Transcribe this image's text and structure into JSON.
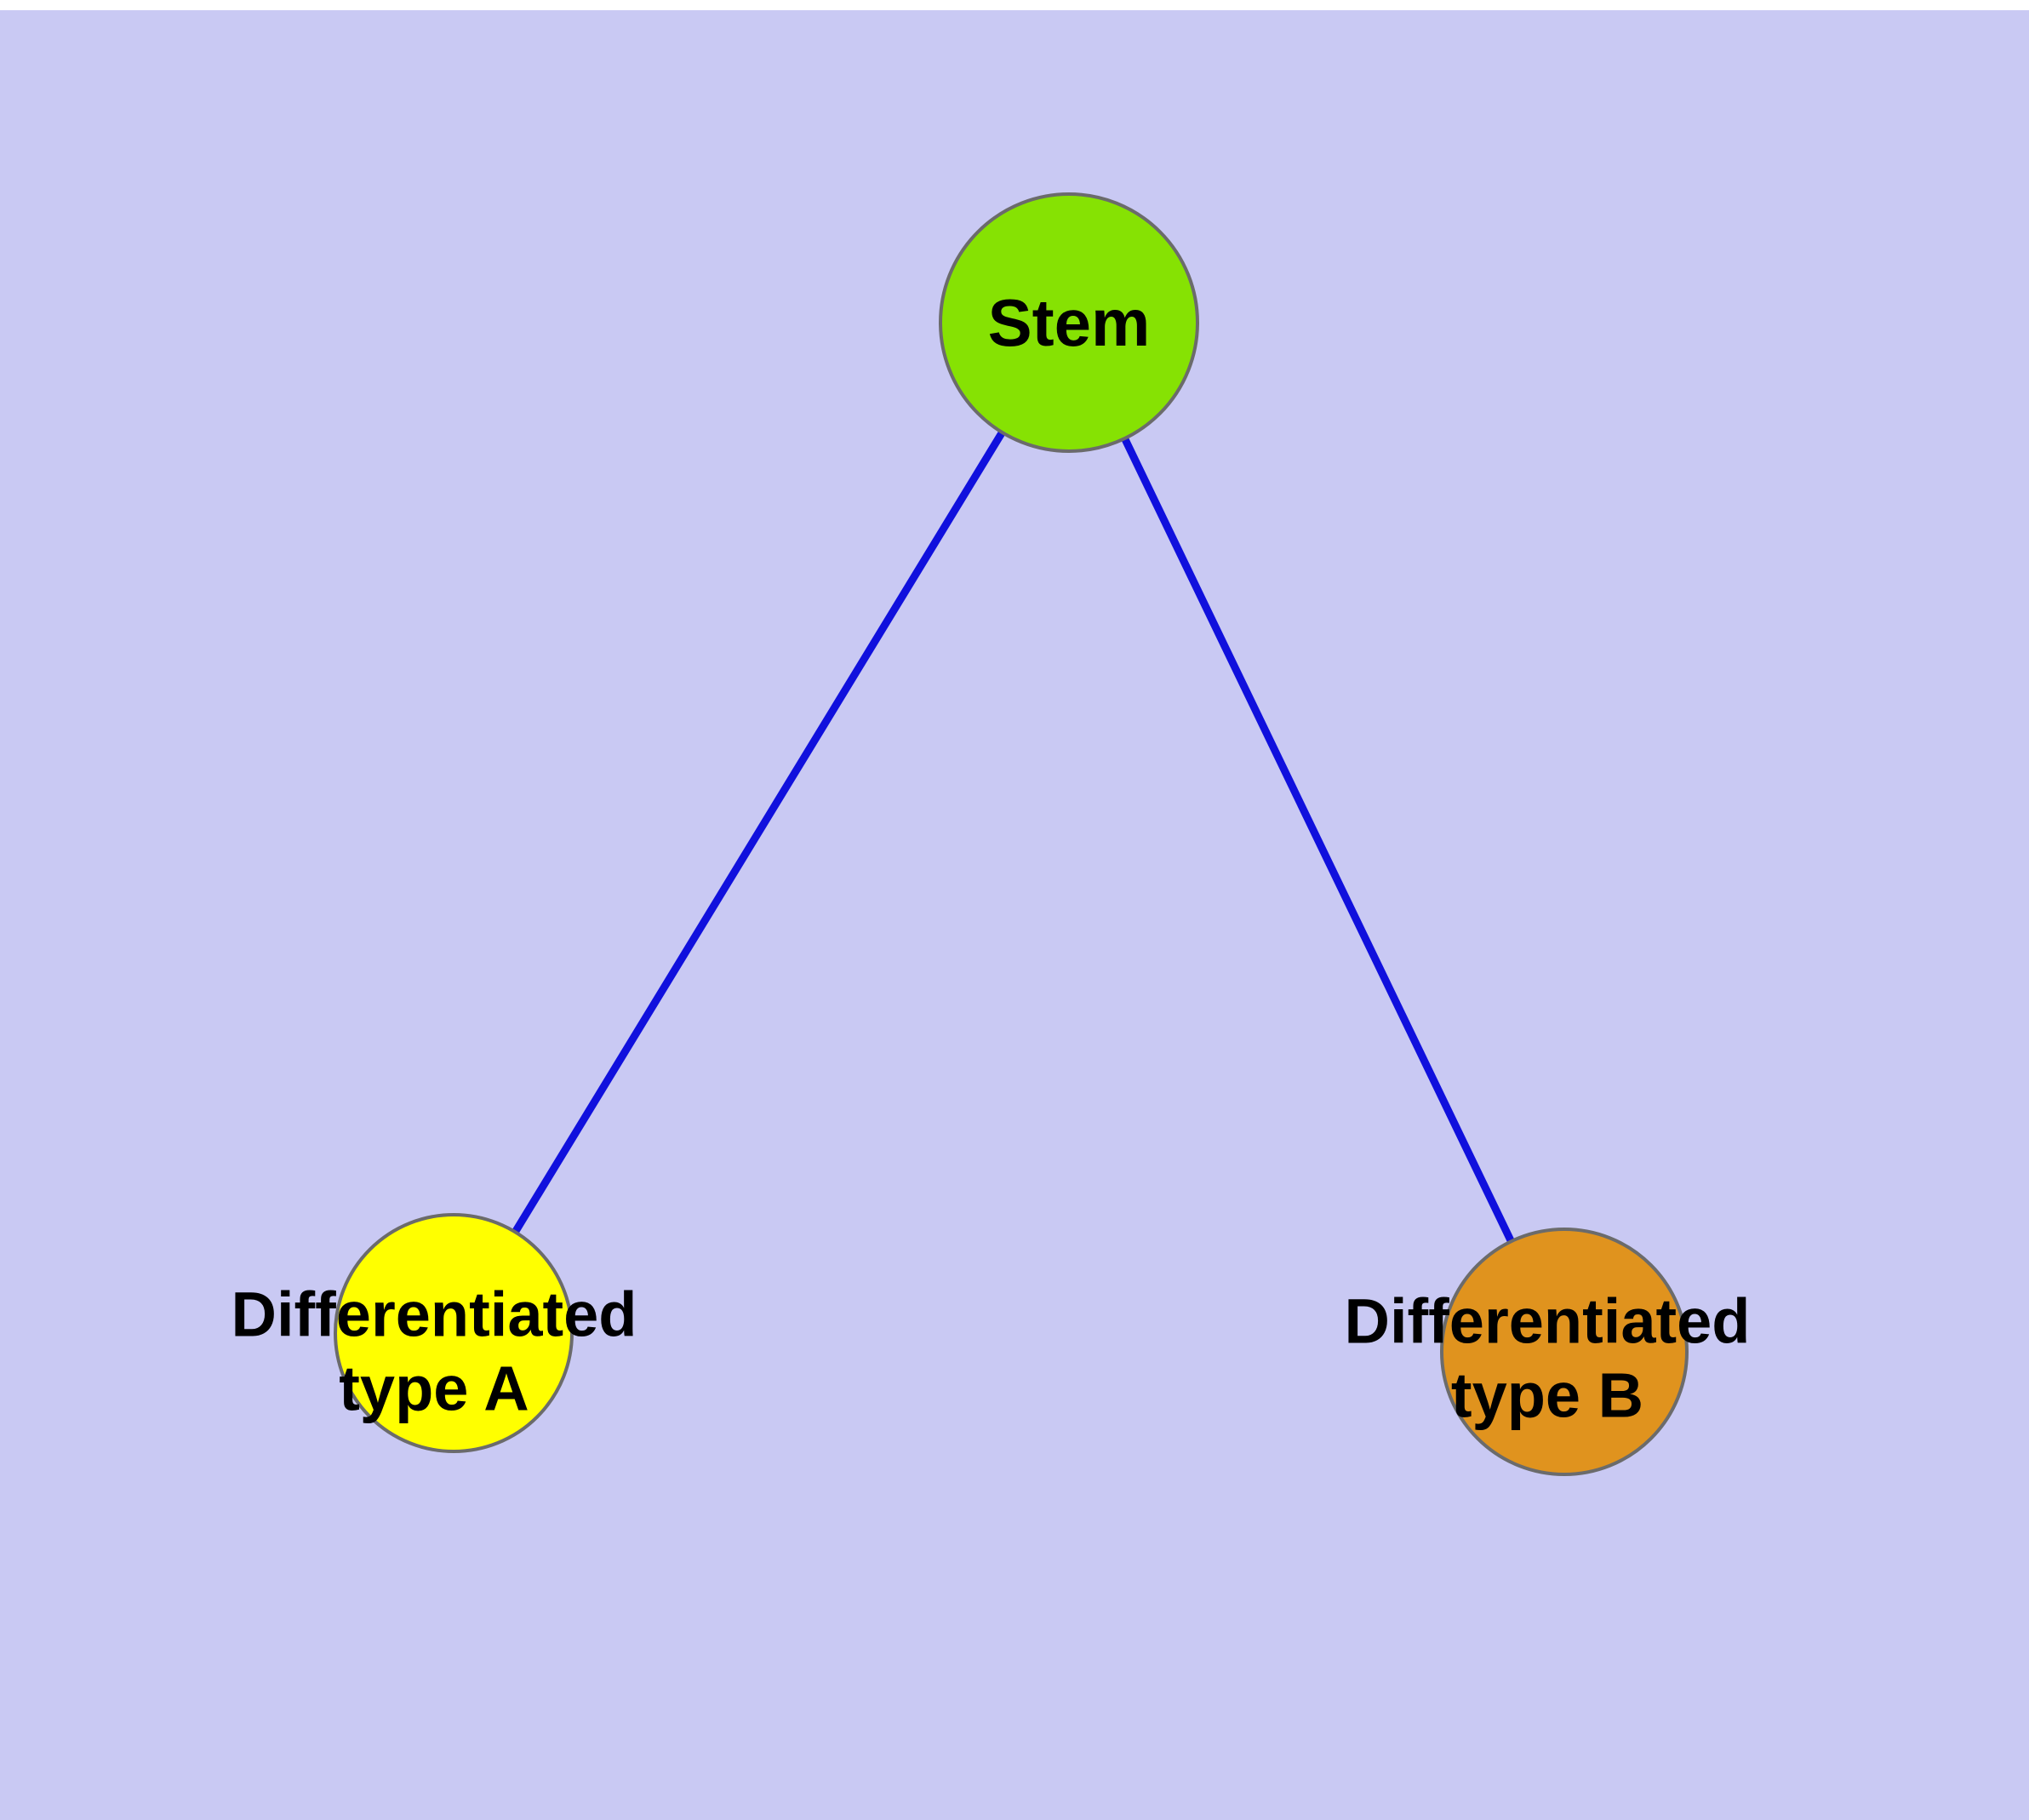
{
  "diagram": {
    "background_color": "#c9c9f3",
    "edge_color": "#1010dd",
    "node_border_color": "#6b6b6b",
    "nodes": {
      "stem": {
        "label": "Stem",
        "color": "#86e203"
      },
      "type_a": {
        "label": "Differentiated\ntype A",
        "color": "#ffff00"
      },
      "type_b": {
        "label": "Differentiated\ntype B",
        "color": "#e0931e"
      }
    },
    "edges": [
      {
        "from": "stem",
        "to": "type_a"
      },
      {
        "from": "stem",
        "to": "type_b"
      }
    ]
  }
}
